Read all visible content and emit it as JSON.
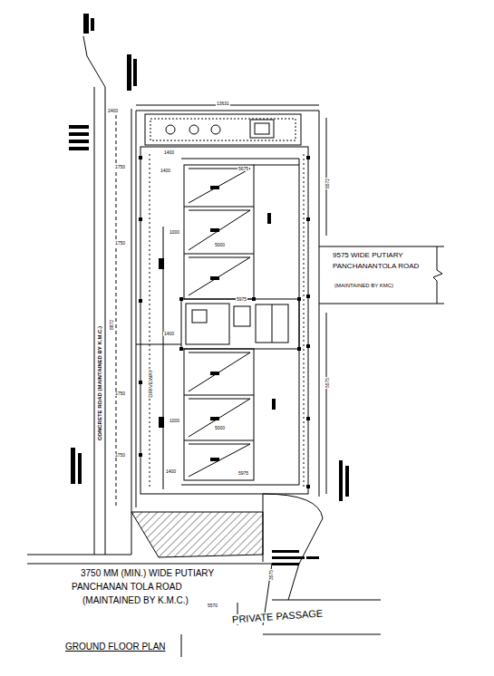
{
  "diagram": {
    "title": "GROUND FLOOR PLAN",
    "labels": [
      "3750 MM (MIN.) WIDE PUTIARY",
      "PANCHANAN TOLA ROAD",
      "(MAINTAINED BY K.M.C.)",
      "PRIVATE PASSAGE",
      "9575 WIDE PUTIARY",
      "PANCHANANTOLA ROAD",
      "(MAINTAINED BY KMC)",
      "CONCRETE ROAD (MAINTAINED BY K.M.C.)",
      "DRIVEWAY",
      "13631",
      "2400",
      "5675",
      "1400",
      "1750",
      "1000",
      "1750",
      "5000",
      "8872",
      "5975",
      "1400",
      "5975",
      "1750",
      "5000",
      "1400",
      "1000",
      "8572",
      "5575",
      "3575",
      "5570",
      "1400",
      "1750"
    ]
  }
}
